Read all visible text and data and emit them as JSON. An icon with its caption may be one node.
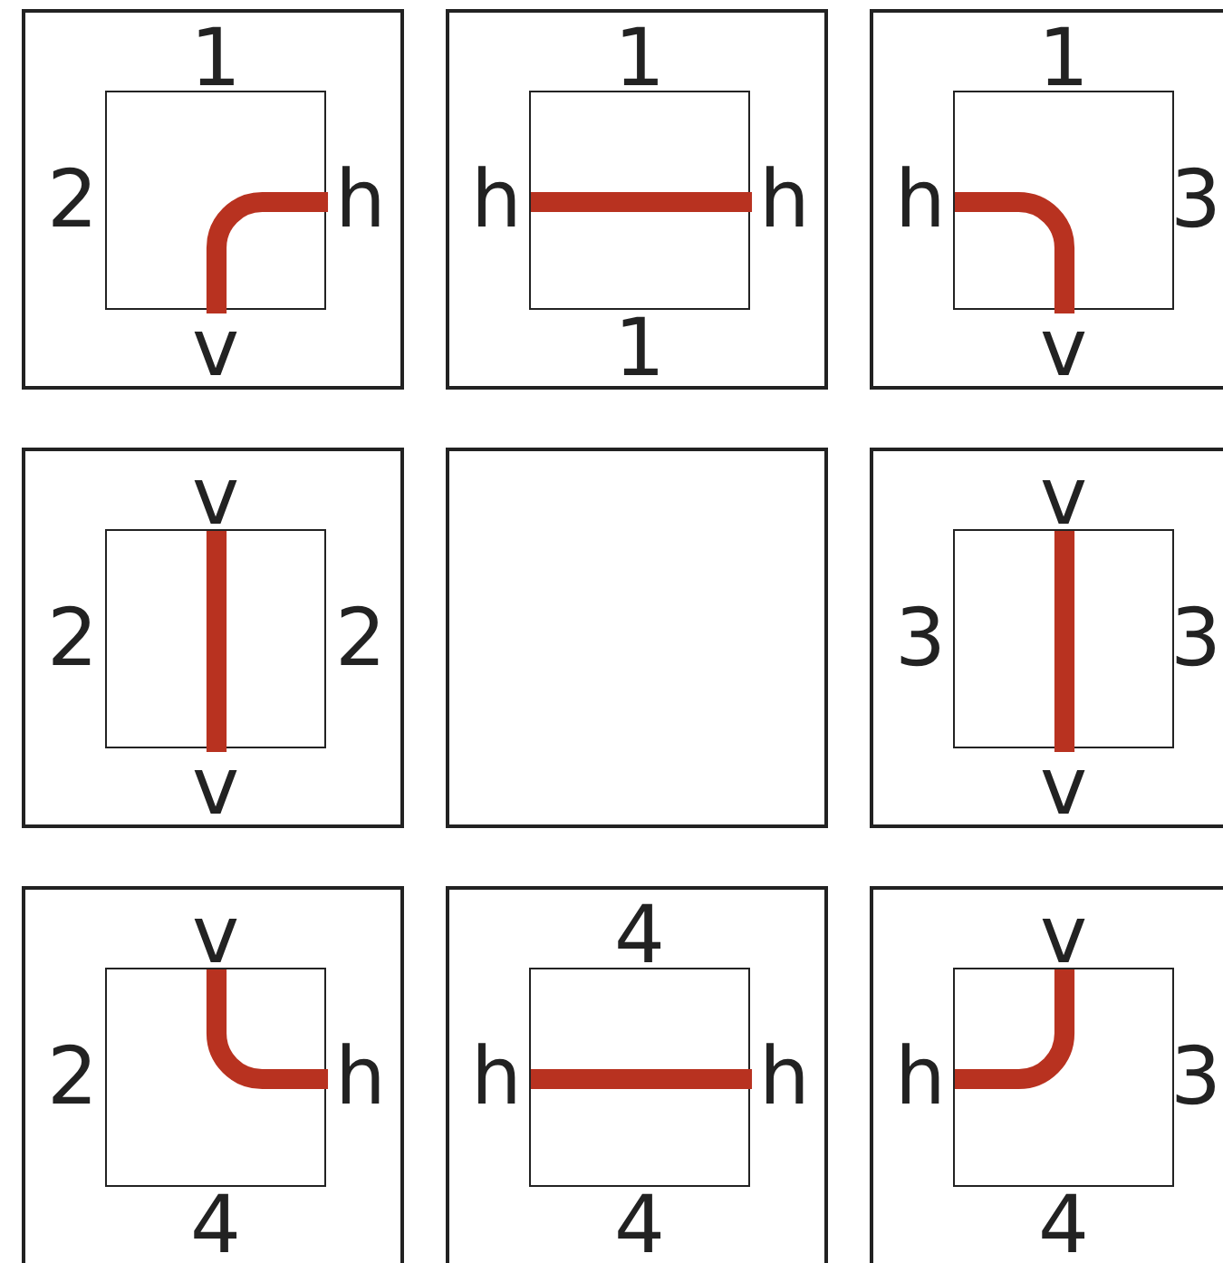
{
  "diagram": {
    "nodes": [
      {
        "text": [
          "1",
          "2",
          "h",
          "v"
        ]
      },
      {
        "text": [],
        "shape": "box",
        "in": 0
      },
      {
        "text": [
          "1",
          "h",
          "h",
          "1"
        ]
      },
      {
        "text": [],
        "shape": "box",
        "in": 2
      },
      {
        "text": [
          "1",
          "h",
          "3",
          "v"
        ]
      },
      {
        "text": [],
        "shape": "box",
        "in": 4
      },
      {
        "text": [
          "v",
          "2",
          "2",
          "v"
        ]
      },
      {
        "text": [],
        "shape": "box",
        "in": 6
      },
      {
        "text": [],
        "shape": "box"
      },
      {
        "text": [
          "v",
          "3",
          "3",
          "v"
        ]
      },
      {
        "text": [],
        "shape": "box",
        "in": 9
      },
      {
        "text": [
          "v",
          "2",
          "h",
          "4"
        ]
      },
      {
        "text": [],
        "shape": "box",
        "in": 11
      },
      {
        "text": [
          "4",
          "h",
          "h",
          "4"
        ]
      },
      {
        "text": [],
        "shape": "box",
        "in": 13
      },
      {
        "text": [
          "v",
          "h",
          "3",
          "4"
        ]
      },
      {
        "text": [],
        "shape": "box",
        "in": 15
      }
    ]
  }
}
